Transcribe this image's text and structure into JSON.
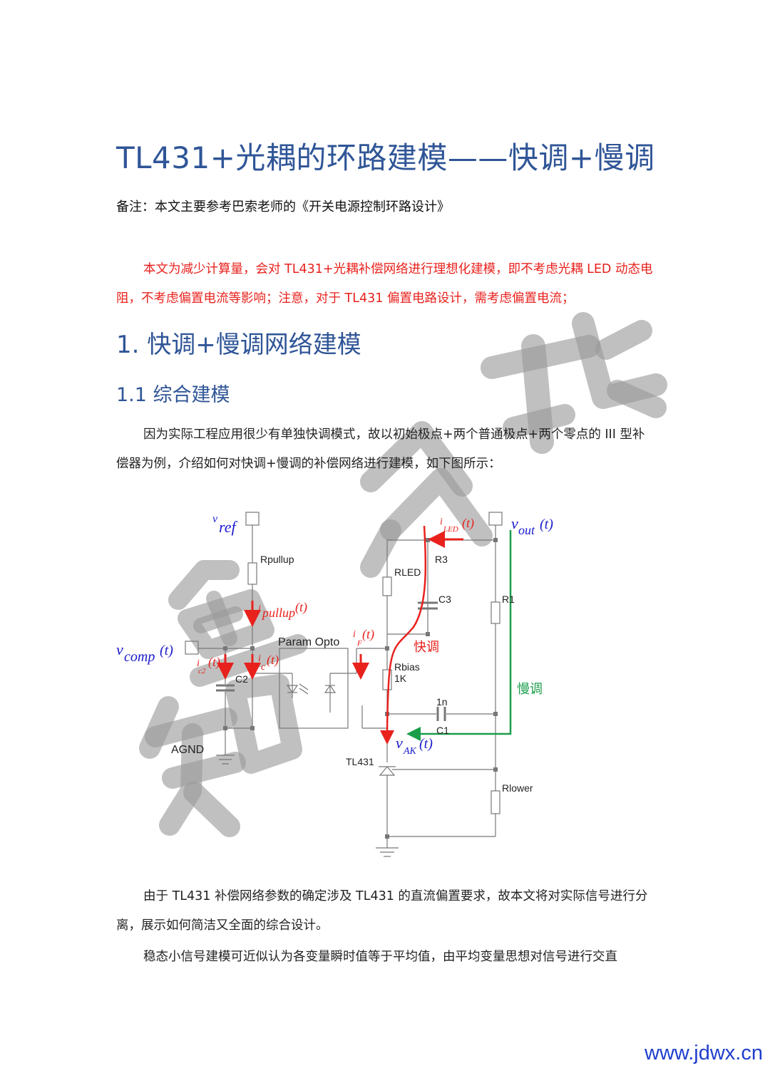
{
  "title": "TL431+光耦的环路建模——快调+慢调",
  "note": "备注：本文主要参考巴索老师的《开关电源控制环路设计》",
  "intro_red": "本文为减少计算量，会对 TL431+光耦补偿网络进行理想化建模，即不考虑光耦 LED 动态电阻，不考虑偏置电流等影响；注意，对于 TL431 偏置电路设计，需考虑偏置电流；",
  "section1": "1. 快调+慢调网络建模",
  "section1_1": "1.1  综合建模",
  "para1": "因为实际工程应用很少有单独快调模式，故以初始极点+两个普通极点+两个零点的 III 型补偿器为例，介绍如何对快调+慢调的补偿网络进行建模，如下图所示：",
  "para2": "由于 TL431 补偿网络参数的确定涉及 TL431 的直流偏置要求，故本文将对实际信号进行分离，展示如何简洁又全面的综合设计。",
  "para3": "稳态小信号建模可近似认为各变量瞬时值等于平均值，由平均变量思想对信号进行交直",
  "footer_url": "www.jdwx.cn",
  "watermark_text": "知鱼从北",
  "circuit": {
    "vref": "v",
    "vref_sub": "ref",
    "rpullup": "Rpullup",
    "ipullup": "i",
    "ipullup_sub": "pullup",
    "vcomp": "v",
    "vcomp_sub": "comp",
    "ic2": "i",
    "ic2_sub": "c2",
    "ic": "i",
    "ic_sub": "c",
    "c2": "C2",
    "agnd": "AGND",
    "param_opto": "Param Opto",
    "if_lbl": "i",
    "if_sub": "F",
    "iled": "i",
    "iled_sub": "LED",
    "vout": "v",
    "vout_sub": "out",
    "r3": "R3",
    "rled": "RLED",
    "c3": "C3",
    "r1": "R1",
    "fast_label": "快调",
    "slow_label": "慢调",
    "rbias": "Rbias",
    "rbias_val": "1K",
    "c1_val": "1n",
    "c1": "C1",
    "vak": "v",
    "vak_sub": "AK",
    "tl431": "TL431",
    "rlower": "Rlower",
    "t": "(t)"
  },
  "colors": {
    "heading": "#2f5597",
    "red": "#e8211d",
    "blue": "#1a1acc",
    "green": "#1a9e4a",
    "watermark": "#9a9a9a"
  }
}
